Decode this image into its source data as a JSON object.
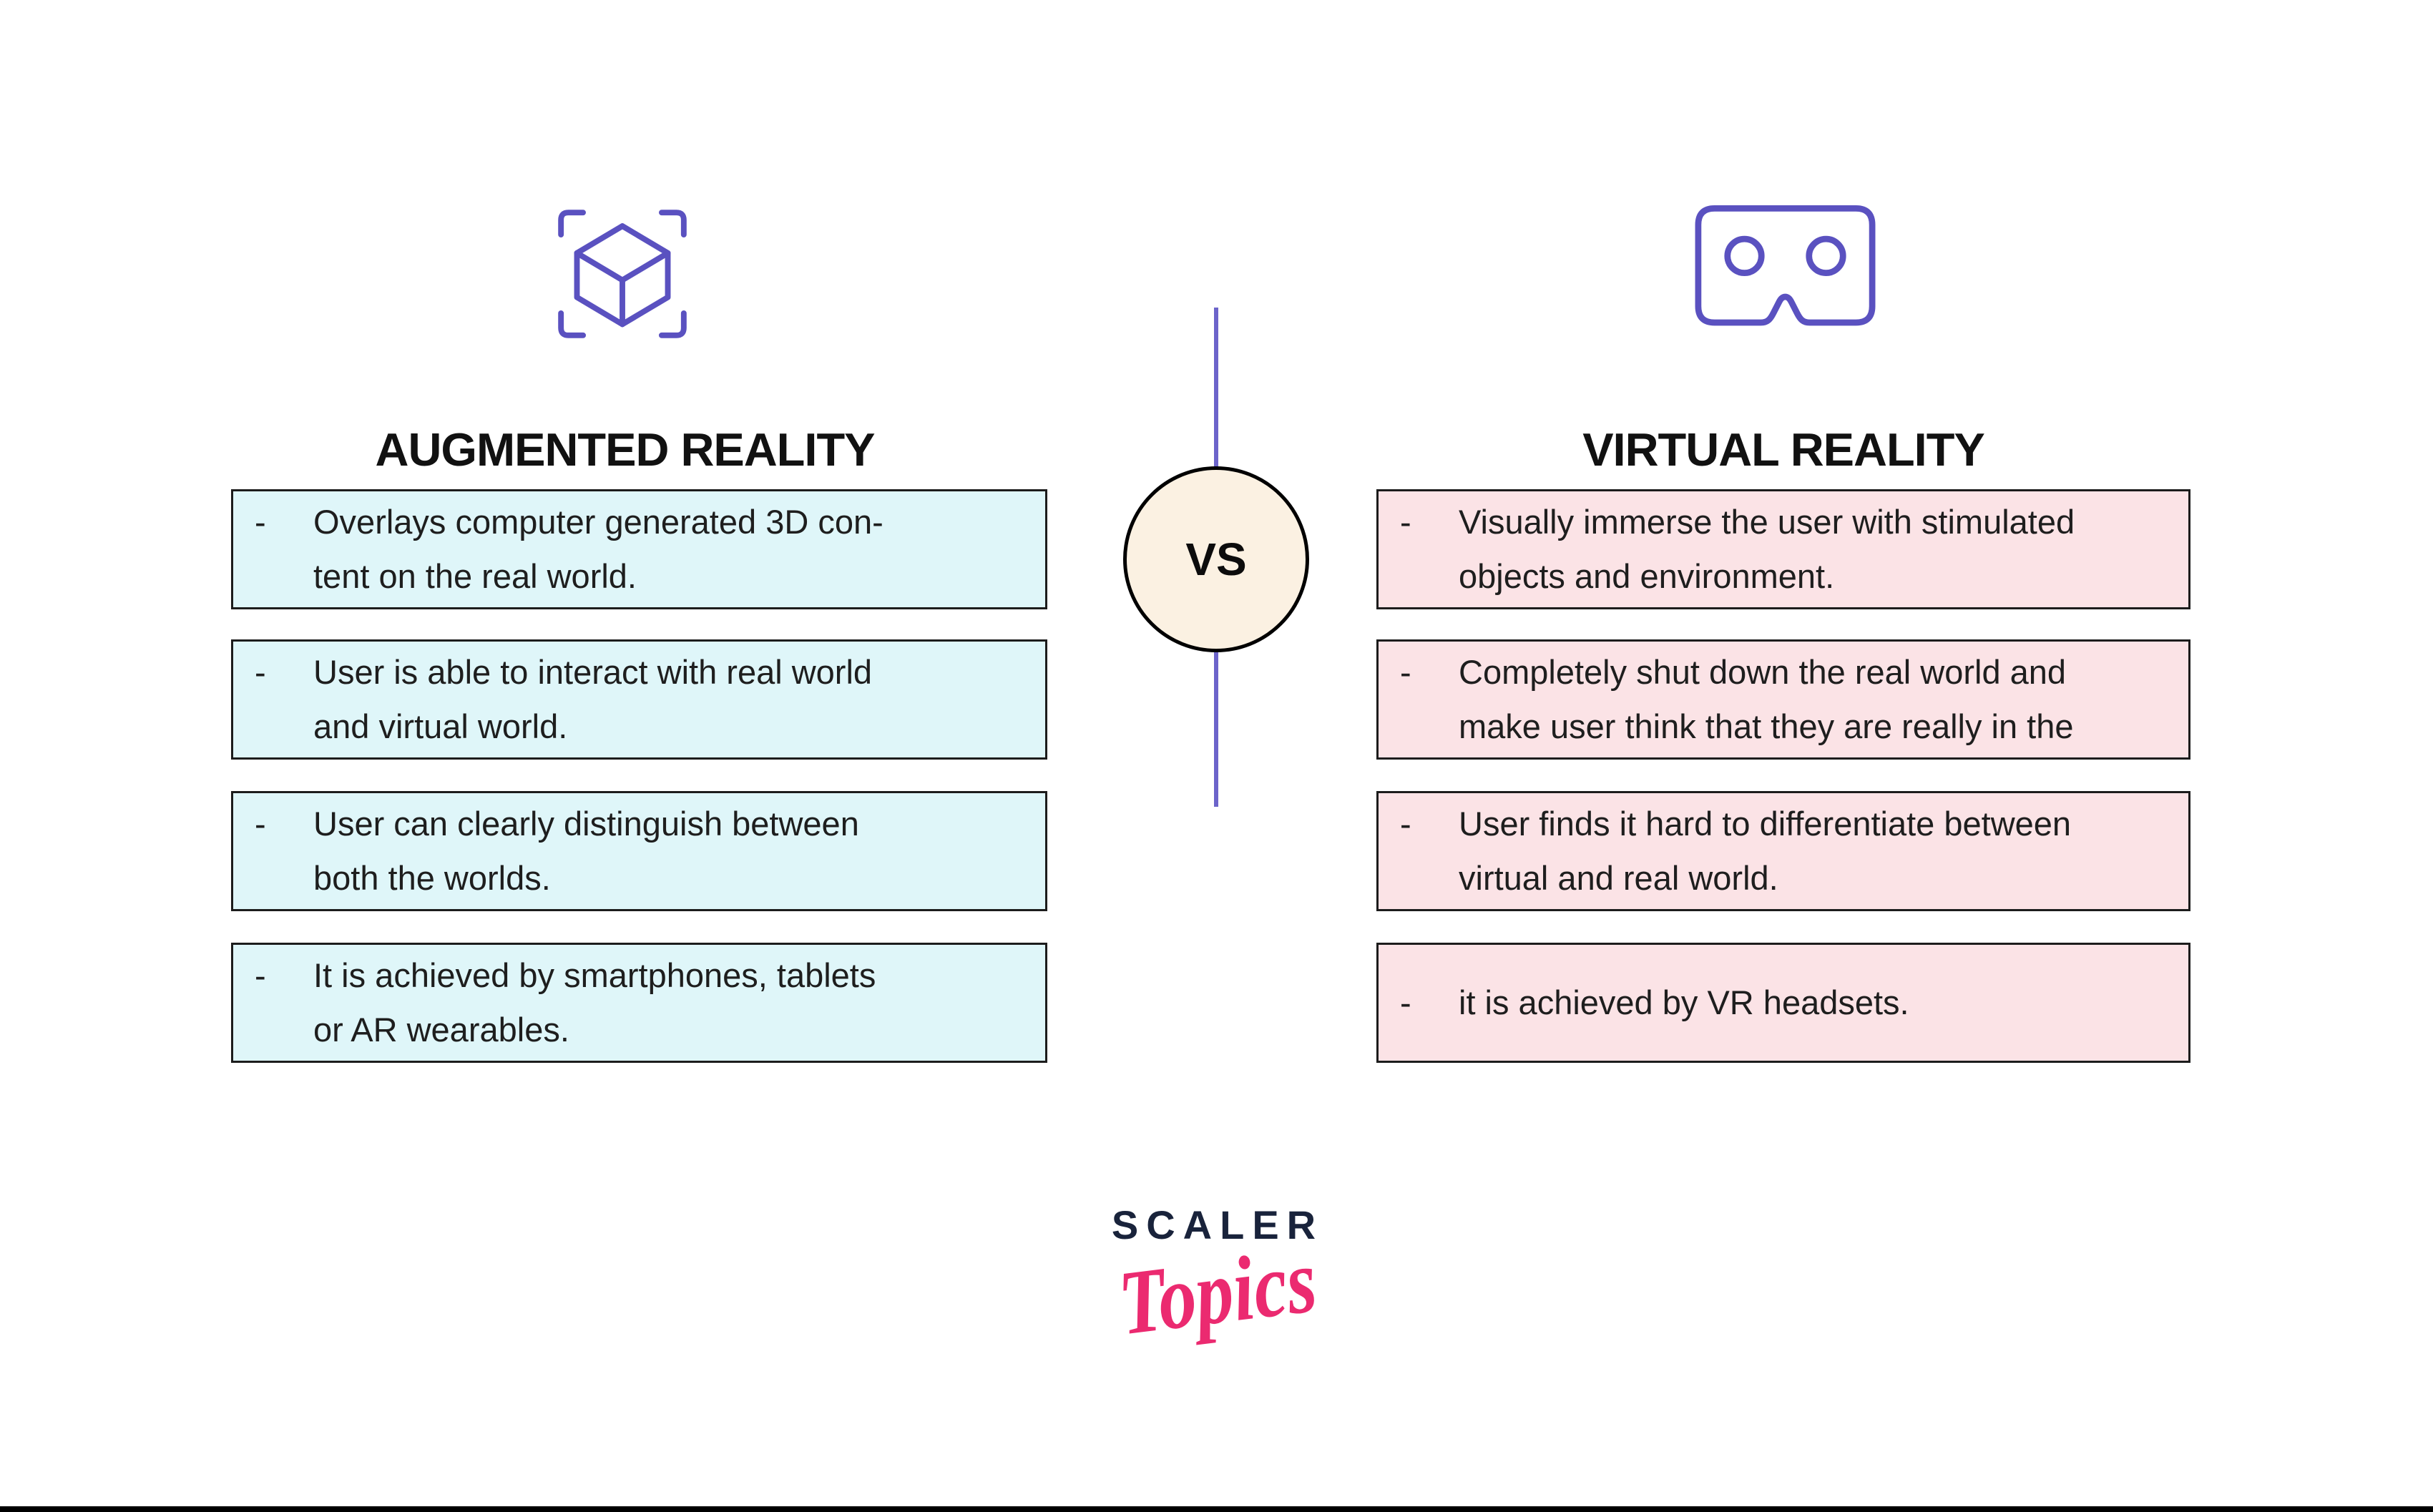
{
  "left": {
    "title": "AUGMENTED REALITY",
    "icon": "ar-cube-scan-icon",
    "items": [
      "Overlays computer generated 3D con-\ntent on the real world.",
      "User is able to interact with real world\nand virtual world.",
      "User can clearly distinguish between\nboth the worlds.",
      "It is achieved by smartphones, tablets\nor AR wearables."
    ]
  },
  "right": {
    "title": "VIRTUAL REALITY",
    "icon": "vr-headset-icon",
    "items": [
      "Visually immerse the user with stimulated\nobjects and environment.",
      "Completely shut down the real world and\nmake user think that they are really in the",
      "User finds it hard to differentiate between\nvirtual and real world.",
      "it is achieved by VR headsets."
    ]
  },
  "bullet": "-",
  "divider": {
    "vs_label": "VS"
  },
  "logo": {
    "brand": "SCALER",
    "sub": "Topics"
  },
  "colors": {
    "background": "#FFFFFF",
    "accent_purple": "#5A51C0",
    "divider_purple": "#6C64CA",
    "ar_box_fill": "#DFF6F9",
    "vr_box_fill": "#FBE3E6",
    "box_border": "#1C1C1C",
    "vs_fill": "#FBF1E2",
    "title_text": "#111111",
    "text": "#1E1E1E",
    "scaler_navy": "#19233B",
    "topics_pink": "#EB2A70",
    "bottom_bar": "#000000"
  }
}
